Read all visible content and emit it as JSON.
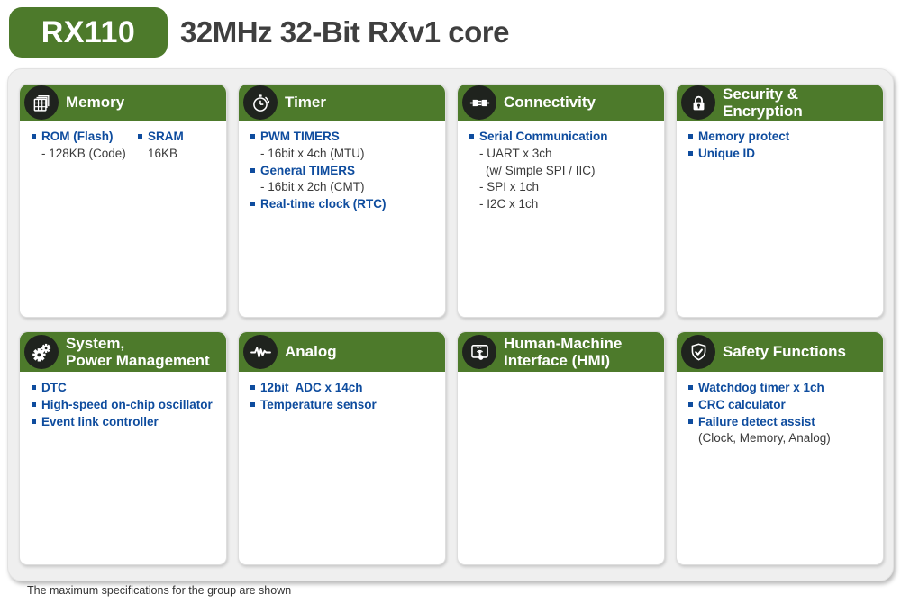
{
  "header": {
    "badge": "RX110",
    "title": "32MHz 32-Bit RXv1 core"
  },
  "colors": {
    "green": "#4d7a2b",
    "icon_circle": "#1f231e",
    "feature_blue": "#0e4c9e",
    "panel_bg": "#efefef",
    "title_gray": "#3f3f3f"
  },
  "cards": [
    {
      "id": "memory",
      "title": "Memory",
      "icon": "memory-chip-icon",
      "columns": [
        [
          {
            "style": "feature",
            "text": "ROM (Flash)"
          },
          {
            "style": "sub",
            "text": "- 128KB (Code)"
          }
        ],
        [
          {
            "style": "feature",
            "text": "SRAM"
          },
          {
            "style": "sub",
            "text": "16KB"
          }
        ]
      ]
    },
    {
      "id": "timer",
      "title": "Timer",
      "icon": "stopwatch-icon",
      "items": [
        {
          "style": "feature",
          "text": "PWM TIMERS"
        },
        {
          "style": "sub",
          "text": "- 16bit x 4ch (MTU)"
        },
        {
          "style": "feature",
          "text": "General TIMERS"
        },
        {
          "style": "sub",
          "text": "- 16bit x 2ch (CMT)"
        },
        {
          "style": "feature",
          "text": "Real-time clock (RTC)"
        }
      ]
    },
    {
      "id": "connectivity",
      "title": "Connectivity",
      "icon": "plug-icon",
      "items": [
        {
          "style": "feature",
          "text": "Serial Communication"
        },
        {
          "style": "sub",
          "text": "- UART x 3ch"
        },
        {
          "style": "sub2",
          "text": "(w/ Simple SPI / IIC)"
        },
        {
          "style": "sub",
          "text": "- SPI x 1ch"
        },
        {
          "style": "sub",
          "text": "- I2C x 1ch"
        }
      ]
    },
    {
      "id": "security",
      "title": "Security &\nEncryption",
      "icon": "lock-icon",
      "items": [
        {
          "style": "feature",
          "text": "Memory protect"
        },
        {
          "style": "feature",
          "text": "Unique ID"
        }
      ]
    },
    {
      "id": "system-power",
      "title": "System,\nPower Management",
      "icon": "gears-icon",
      "items": [
        {
          "style": "feature",
          "text": "DTC"
        },
        {
          "style": "feature",
          "text": "High-speed on-chip oscillator"
        },
        {
          "style": "feature",
          "text": "Event link controller"
        }
      ]
    },
    {
      "id": "analog",
      "title": "Analog",
      "icon": "waveform-icon",
      "items": [
        {
          "style": "feature",
          "text": "12bit  ADC x 14ch"
        },
        {
          "style": "feature",
          "text": "Temperature sensor"
        }
      ]
    },
    {
      "id": "hmi",
      "title": "Human-Machine\nInterface (HMI)",
      "icon": "touchscreen-icon",
      "items": []
    },
    {
      "id": "safety",
      "title": "Safety Functions",
      "icon": "shield-check-icon",
      "items": [
        {
          "style": "feature",
          "text": "Watchdog timer x 1ch"
        },
        {
          "style": "feature",
          "text": "CRC calculator"
        },
        {
          "style": "feature",
          "text": "Failure detect assist"
        },
        {
          "style": "sub",
          "text": "(Clock, Memory, Analog)"
        }
      ]
    }
  ],
  "footer": {
    "note": "The maximum specifications for the group are shown"
  }
}
